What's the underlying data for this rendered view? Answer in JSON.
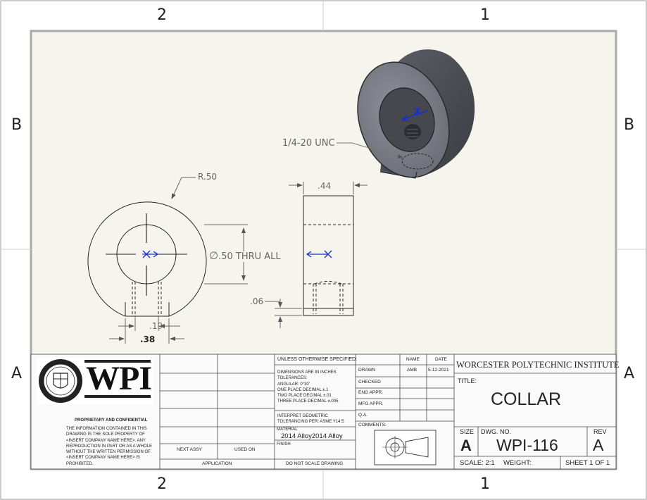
{
  "zones": {
    "top": [
      "2",
      "1"
    ],
    "bottom": [
      "2",
      "1"
    ],
    "left": [
      "B",
      "A"
    ],
    "right": [
      "B",
      "A"
    ]
  },
  "callouts": {
    "thread": "1/4-20 UNC",
    "radius": "R.50",
    "width_top": ".44",
    "bore": ".50 THRU ALL",
    "bore_symbol": "∅",
    "step": ".06",
    "slot_inner": ".19",
    "slot_outer": ".38"
  },
  "logo": {
    "text": "WPI"
  },
  "proprietary": {
    "heading": "PROPRIETARY AND CONFIDENTIAL",
    "lines": [
      "THE INFORMATION CONTAINED IN THIS",
      "DRAWING IS THE SOLE PROPERTY OF",
      "<INSERT COMPANY NAME HERE>.  ANY",
      "REPRODUCTION IN PART OR AS A WHOLE",
      "WITHOUT THE WRITTEN PERMISSION OF",
      "<INSERT COMPANY NAME HERE> IS",
      "PROHIBITED."
    ]
  },
  "assembly": {
    "next_assy": "NEXT ASSY",
    "used_on": "USED ON",
    "application": "APPLICATION"
  },
  "spec": {
    "unless": "UNLESS OTHERWISE SPECIFIED:",
    "dims": [
      "DIMENSIONS ARE IN INCHES",
      "TOLERANCES:",
      "ANGULAR: 0°30'",
      "ONE PLACE DECIMAL ±.1",
      "TWO PLACE DECIMAL ±.01",
      "THREE PLACE DECIMAL ±.005"
    ],
    "interpret": [
      "INTERPRET GEOMETRIC",
      "TOLERANCING PER: ASME Y14.5"
    ],
    "material_label": "MATERIAL",
    "material": "2014 Alloy2014 Alloy",
    "finish_label": "FINISH",
    "do_not_scale": "DO NOT SCALE DRAWING"
  },
  "approvals": {
    "name_header": "NAME",
    "date_header": "DATE",
    "rows": [
      {
        "label": "DRAWN",
        "name": "AMB",
        "date": "5-12-2021"
      },
      {
        "label": "CHECKED",
        "name": "",
        "date": ""
      },
      {
        "label": "ENG APPR.",
        "name": "",
        "date": ""
      },
      {
        "label": "MFG APPR.",
        "name": "",
        "date": ""
      },
      {
        "label": "Q.A.",
        "name": "",
        "date": ""
      }
    ],
    "comments": "COMMENTS:"
  },
  "titleblock": {
    "institute": "WORCESTER POLYTECHNIC INSTITUTE",
    "title_label": "TITLE:",
    "title": "COLLAR",
    "size_label": "SIZE",
    "size": "A",
    "dwg_label": "DWG.  NO.",
    "dwg_no": "WPI-116",
    "rev_label": "REV",
    "rev": "A",
    "scale": "SCALE: 2:1",
    "weight": "WEIGHT:",
    "sheet": "SHEET 1 OF 1"
  },
  "colors": {
    "line": "#222222",
    "dim": "#777777",
    "frame": "#bbbbbb",
    "sheet_bg": "#f5f5ee",
    "axis": "#1a2ecc",
    "body": "#7c7f88"
  }
}
